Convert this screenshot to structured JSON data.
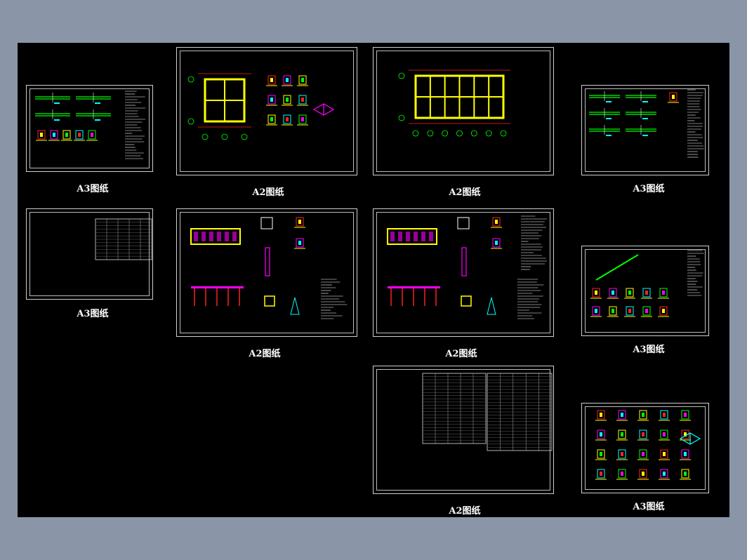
{
  "window": {
    "title": "CAD drawing sheets overview"
  },
  "sheets": [
    {
      "id": "s1",
      "label": "A3图纸",
      "kind": "details"
    },
    {
      "id": "s2",
      "label": "A2图纸",
      "kind": "plan-a"
    },
    {
      "id": "s3",
      "label": "A2图纸",
      "kind": "plan-b"
    },
    {
      "id": "s4",
      "label": "A3图纸",
      "kind": "details"
    },
    {
      "id": "s5",
      "label": "A3图纸",
      "kind": "table"
    },
    {
      "id": "s6",
      "label": "A2图纸",
      "kind": "sections"
    },
    {
      "id": "s7",
      "label": "A2图纸",
      "kind": "sections"
    },
    {
      "id": "s8",
      "label": "A3图纸",
      "kind": "sections"
    },
    {
      "id": "s9",
      "label": "A2图纸",
      "kind": "table2"
    },
    {
      "id": "s10",
      "label": "A3图纸",
      "kind": "nodes"
    }
  ],
  "colors": {
    "background": "#8a96a8",
    "model_space": "#000000",
    "frame": "#cfcfcf",
    "yellow": "#ffff00",
    "red": "#ff2020",
    "green": "#00ff00",
    "cyan": "#00ffff",
    "magenta": "#ff00ff",
    "blue": "#3050ff",
    "white": "#ffffff"
  }
}
